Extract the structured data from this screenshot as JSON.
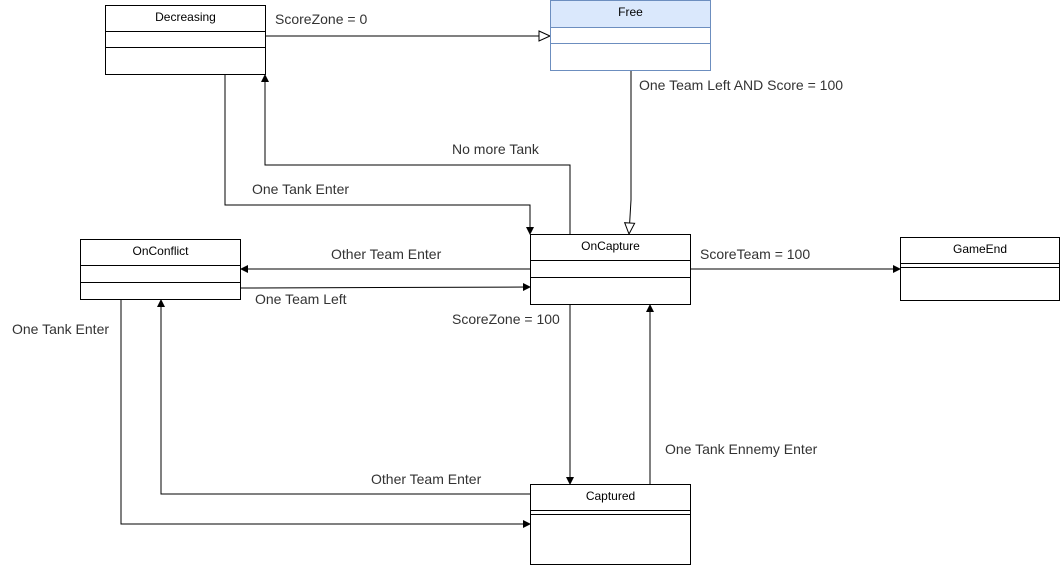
{
  "states": {
    "decreasing": {
      "name": "Decreasing"
    },
    "free": {
      "name": "Free"
    },
    "oncapture": {
      "name": "OnCapture"
    },
    "onconflict": {
      "name": "OnConflict"
    },
    "gameend": {
      "name": "GameEnd"
    },
    "captured": {
      "name": "Captured"
    }
  },
  "transitions": {
    "decreasing_to_free": "ScoreZone = 0",
    "free_to_oncapture": "One Team Left AND Score = 100",
    "oncapture_to_decreasing": "No more Tank",
    "decreasing_to_oncapture": "One Tank Enter",
    "oncapture_to_onconflict": "Other Team Enter",
    "onconflict_to_oncapture": "One Team Left",
    "oncapture_to_gameend": "ScoreTeam = 100",
    "oncapture_to_captured": "ScoreZone = 100",
    "onconflict_to_captured": "One Tank Enter",
    "captured_to_onconflict": "Other Team Enter",
    "captured_to_oncapture": "One Tank Ennemy Enter"
  },
  "colors": {
    "line": "#000000",
    "free_fill": "#dae8fc",
    "free_stroke": "#6c8ebf",
    "label_text": "#333333"
  }
}
